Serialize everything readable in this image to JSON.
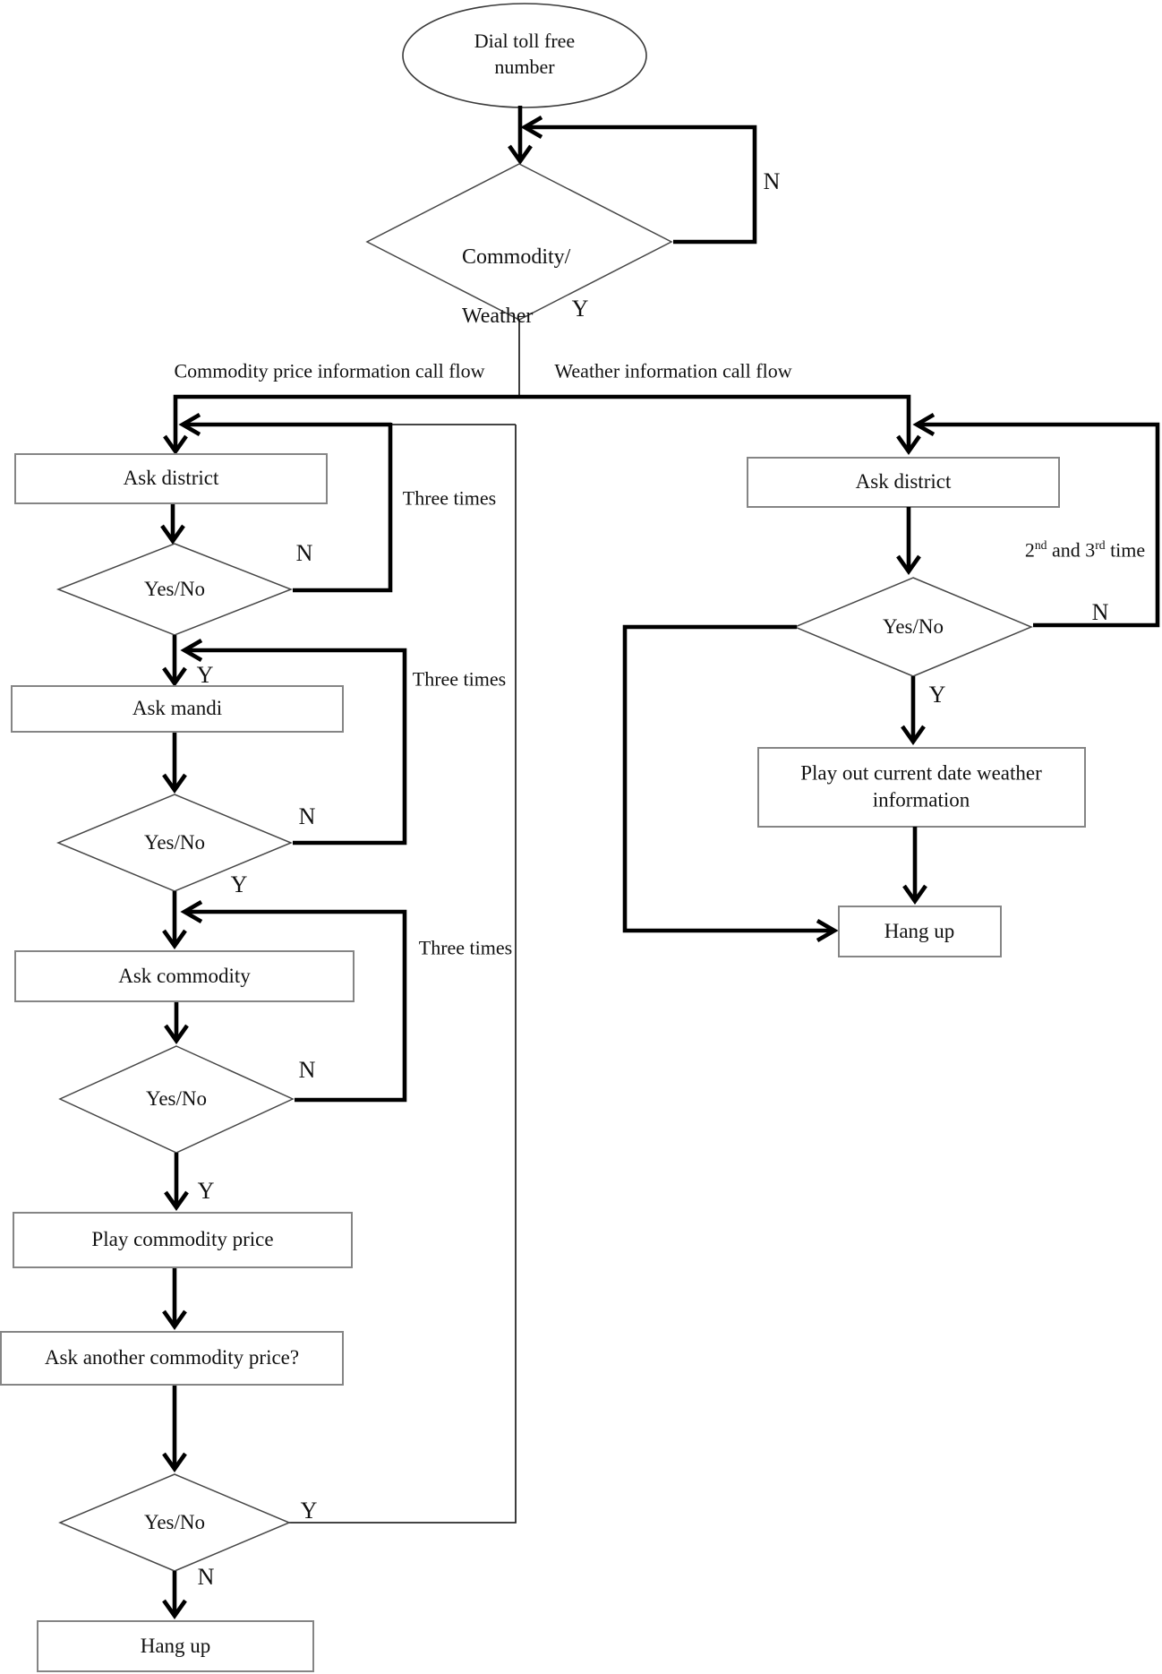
{
  "nodes": {
    "start": "Dial toll free\nnumber",
    "root_decision_line1": "Commodity/",
    "root_decision_line2": "Weather",
    "decision": "Yes/No",
    "left": {
      "ask_district": "Ask district",
      "ask_mandi": "Ask mandi",
      "ask_commodity": "Ask commodity",
      "play_price": "Play commodity price",
      "ask_another": "Ask another commodity price?",
      "hang_up": "Hang up",
      "retry": [
        "Three times",
        "Three times",
        "Three times"
      ]
    },
    "right": {
      "ask_district": "Ask district",
      "play_weather": "Play out current date weather\ninformation",
      "hang_up": "Hang up",
      "retry": {
        "b1": "2",
        "s1": "nd",
        "b2": " and 3",
        "s2": "rd",
        "b3": " time"
      }
    }
  },
  "branch_labels": {
    "left": "Commodity price information call flow",
    "right": "Weather information call flow"
  },
  "edge_labels": {
    "yes": "Y",
    "no": "N"
  }
}
